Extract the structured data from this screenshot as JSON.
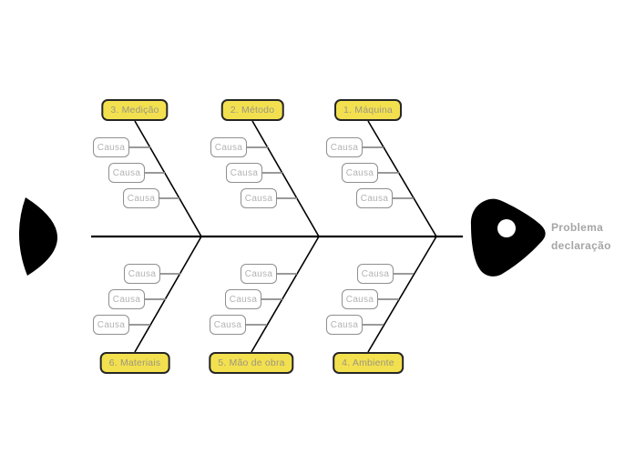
{
  "diagram": {
    "problem_label": "Problema declaração",
    "top_branches": [
      {
        "label": "3. Medição",
        "causes": [
          "Causa",
          "Causa",
          "Causa"
        ]
      },
      {
        "label": "2. Método",
        "causes": [
          "Causa",
          "Causa",
          "Causa"
        ]
      },
      {
        "label": "1. Máquina",
        "causes": [
          "Causa",
          "Causa",
          "Causa"
        ]
      }
    ],
    "bottom_branches": [
      {
        "label": "6. Materiais",
        "causes": [
          "Causa",
          "Causa",
          "Causa"
        ]
      },
      {
        "label": "5. Mão de obra",
        "causes": [
          "Causa",
          "Causa",
          "Causa"
        ]
      },
      {
        "label": "4. Ambiente",
        "causes": [
          "Causa",
          "Causa",
          "Causa"
        ]
      }
    ],
    "colors": {
      "category_fill": "#F3E04F",
      "category_border": "#262626",
      "category_text": "#9B9780",
      "cause_border": "#8F8F8F",
      "cause_text": "#B3B3B3",
      "spine": "#000000",
      "connector": "#8C8C8C",
      "problem_text": "#A6A6A6"
    }
  }
}
